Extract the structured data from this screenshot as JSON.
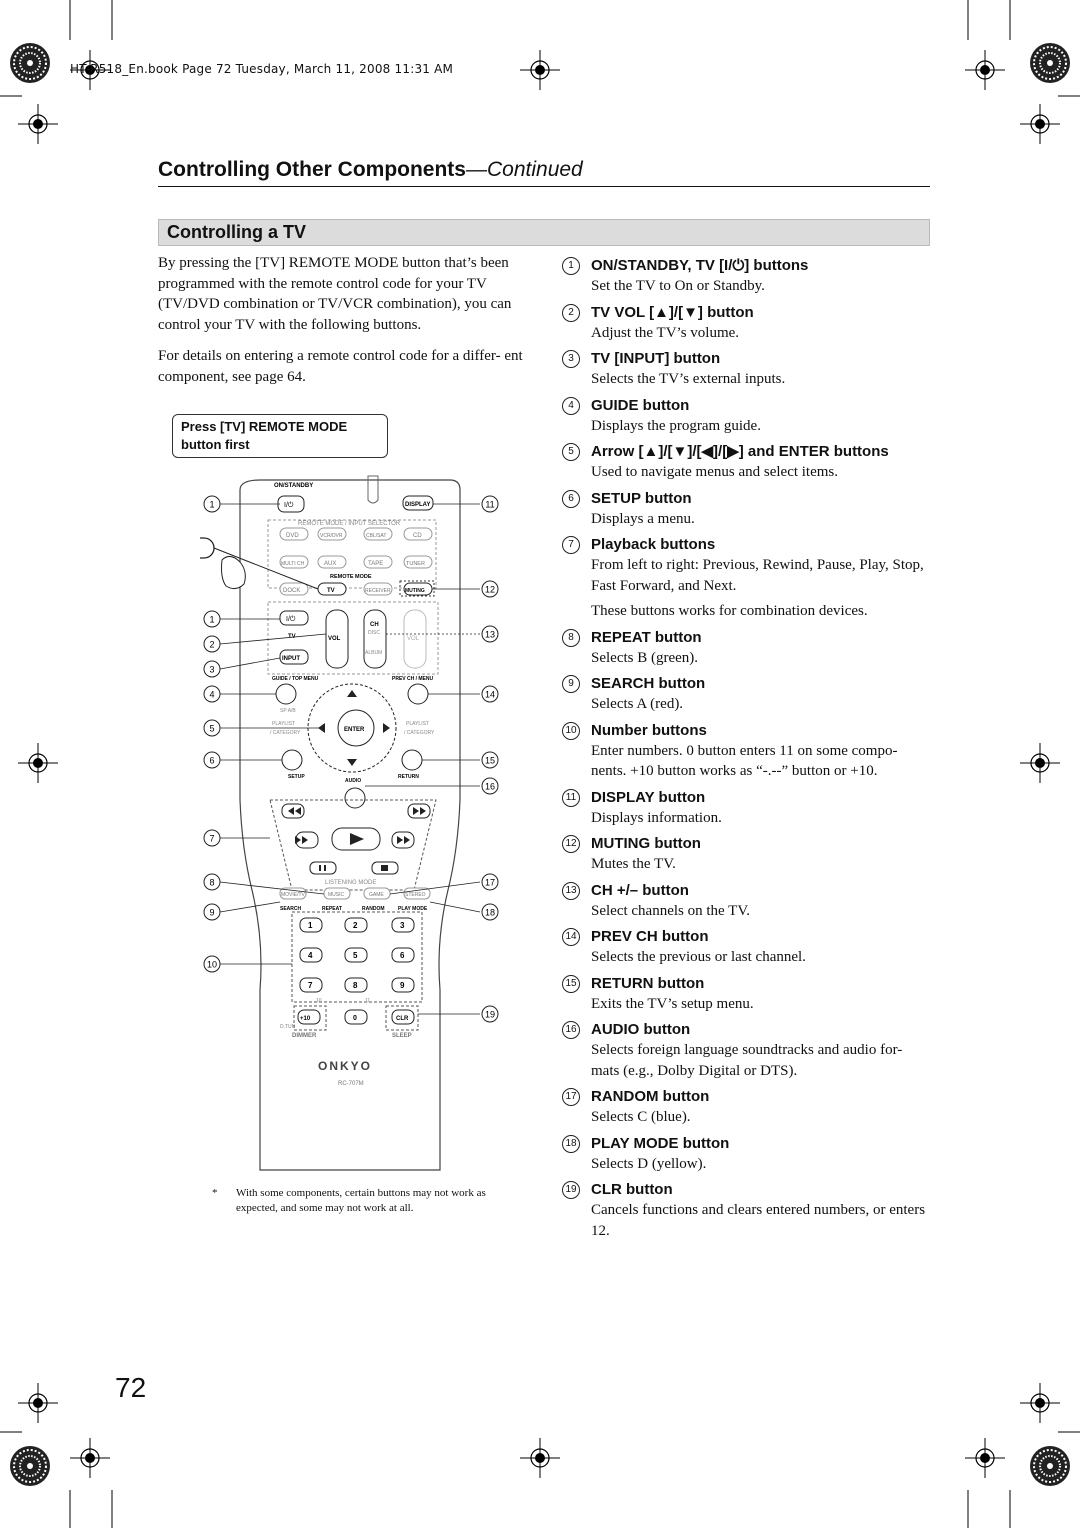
{
  "header": {
    "book_line": "HT-R518_En.book  Page 72  Tuesday, March 11, 2008  11:31 AM"
  },
  "section": {
    "title": "Controlling Other Components",
    "continued": "—Continued"
  },
  "subsection": {
    "title": "Controlling a TV"
  },
  "intro": {
    "paragraph1": "By pressing the [TV] REMOTE MODE button that’s been programmed with the remote control code for your TV (TV/DVD combination or TV/VCR combination), you can control your TV with the following buttons.",
    "paragraph2": "For details on entering a remote control code for a differ- ent component, see page 64."
  },
  "callout": {
    "text": "Press [TV] REMOTE MODE button first"
  },
  "remote": {
    "on_standby": "ON/STANDBY",
    "power_symbol": "I/⏻",
    "display": "DISPLAY",
    "selector_title": "REMOTE MODE / INPUT SELECTOR",
    "row1": [
      "DVD",
      "VCR/DVR",
      "CBL/SAT",
      "CD"
    ],
    "row2": [
      "MULTI CH",
      "AUX",
      "TAPE",
      "TUNER"
    ],
    "remote_mode": "REMOTE MODE",
    "row3": [
      "DOCK",
      "TV",
      "RECEIVER",
      "MUTING"
    ],
    "tv_label": "TV",
    "tv_sub": "TV",
    "vol": "VOL",
    "ch": "CH",
    "disc": "DISC",
    "album": "ALBUM",
    "vol_right": "VOL",
    "input": "INPUT",
    "guide": "GUIDE / TOP MENU",
    "prev_ch": "PREV CH / MENU",
    "sp_ab": "SP A/B",
    "playlist": "PLAYLIST",
    "category": "/ CATEGORY",
    "enter": "ENTER",
    "setup": "SETUP",
    "audio": "AUDIO",
    "return": "RETURN",
    "listening_mode": "LISTENING MODE",
    "modes": [
      "MOVIE/TV",
      "MUSIC",
      "GAME",
      "STEREO"
    ],
    "mode_labels": [
      "SEARCH",
      "REPEAT",
      "RANDOM",
      "PLAY MODE"
    ],
    "digits": [
      "1",
      "2",
      "3",
      "4",
      "5",
      "6",
      "7",
      "8",
      "9"
    ],
    "ten_label": "10",
    "eleven_label": "11",
    "plus10": "+10",
    "zero": "0",
    "clr": "CLR",
    "dtun": "D.TUN",
    "dimmer": "DIMMER",
    "sleep": "SLEEP",
    "brand": "ONKYO",
    "model": "RC-707M",
    "left_callouts": [
      "1",
      "1",
      "2",
      "3",
      "4",
      "5",
      "6",
      "7",
      "8",
      "9",
      "10"
    ],
    "right_callouts": [
      "11",
      "12",
      "13",
      "14",
      "15",
      "16",
      "17",
      "18",
      "19"
    ]
  },
  "footnote": {
    "asterisk": "*",
    "text": "With some components, certain buttons may not work as expected, and some may not work at all."
  },
  "items": [
    {
      "num": "1",
      "title": "ON/STANDBY, TV [I/⏻] buttons",
      "desc": "Set the TV to On or Standby."
    },
    {
      "num": "2",
      "title": "TV VOL [▲]/[▼] button",
      "desc": "Adjust the TV’s volume."
    },
    {
      "num": "3",
      "title": "TV [INPUT] button",
      "desc": "Selects the TV’s external inputs."
    },
    {
      "num": "4",
      "title": "GUIDE button",
      "desc": "Displays the program guide."
    },
    {
      "num": "5",
      "title": "Arrow [▲]/[▼]/[◀]/[▶] and ENTER buttons",
      "desc": "Used to navigate menus and select items."
    },
    {
      "num": "6",
      "title": "SETUP button",
      "desc": "Displays a menu."
    },
    {
      "num": "7",
      "title": "Playback buttons",
      "desc": "From left to right: Previous, Rewind, Pause, Play, Stop, Fast Forward, and Next.",
      "desc2": "These buttons works for combination devices."
    },
    {
      "num": "8",
      "title": "REPEAT button",
      "desc": "Selects B (green)."
    },
    {
      "num": "9",
      "title": "SEARCH button",
      "desc": "Selects A (red)."
    },
    {
      "num": "10",
      "title": "Number buttons",
      "desc": "Enter numbers. 0 button enters 11 on some compo- nents. +10 button works as “-.--” button or +10."
    },
    {
      "num": "11",
      "title": "DISPLAY button",
      "desc": "Displays information."
    },
    {
      "num": "12",
      "title": "MUTING button",
      "desc": "Mutes the TV."
    },
    {
      "num": "13",
      "title": "CH +/– button",
      "desc": "Select channels on the TV."
    },
    {
      "num": "14",
      "title": "PREV CH button",
      "desc": "Selects the previous or last channel."
    },
    {
      "num": "15",
      "title": "RETURN button",
      "desc": "Exits the TV’s setup menu."
    },
    {
      "num": "16",
      "title": "AUDIO button",
      "desc": "Selects foreign language soundtracks and audio for- mats (e.g., Dolby Digital or DTS)."
    },
    {
      "num": "17",
      "title": "RANDOM button",
      "desc": "Selects C (blue)."
    },
    {
      "num": "18",
      "title": "PLAY MODE button",
      "desc": "Selects D (yellow)."
    },
    {
      "num": "19",
      "title": "CLR button",
      "desc": "Cancels functions and clears entered numbers, or enters 12."
    }
  ],
  "page_number": "72"
}
